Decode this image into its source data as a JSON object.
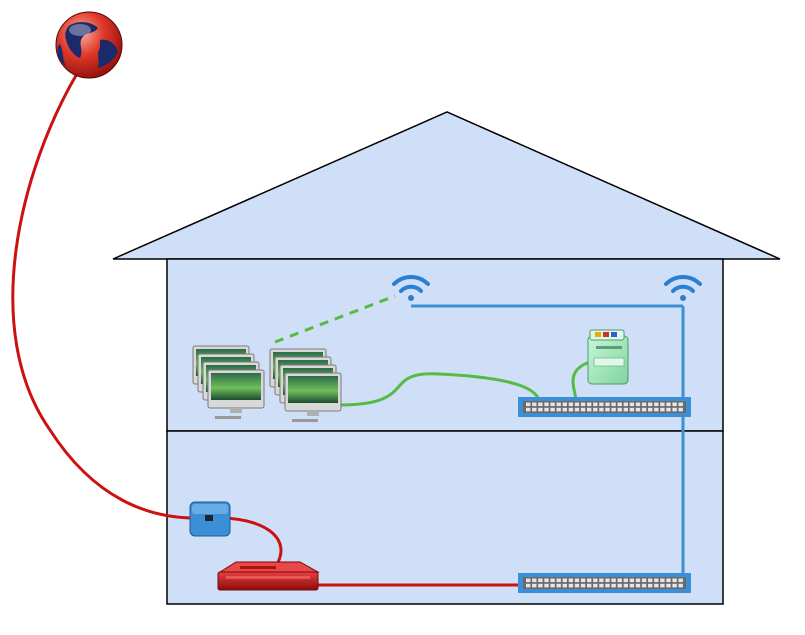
{
  "diagram": {
    "colors": {
      "house_fill": "#d0dff8",
      "outline": "#000000",
      "wan_link": "#cc1111",
      "lan_link": "#3a8fd6",
      "device_link": "#55bb44",
      "wifi": "#2b7fd0",
      "switch": "#3a8fd6",
      "router": "#c41414",
      "modem": "#3a8fd6",
      "printer": "#a8ecc0"
    },
    "nodes": [
      {
        "id": "internet",
        "icon": "globe-icon"
      },
      {
        "id": "modem",
        "icon": "modem-icon"
      },
      {
        "id": "router",
        "icon": "router-icon"
      },
      {
        "id": "switch-upstairs",
        "icon": "switch-icon"
      },
      {
        "id": "switch-downstairs",
        "icon": "switch-icon"
      },
      {
        "id": "wifi-ap-1",
        "icon": "wifi-icon"
      },
      {
        "id": "wifi-ap-2",
        "icon": "wifi-icon"
      },
      {
        "id": "printer",
        "icon": "printer-icon"
      },
      {
        "id": "computers-wireless",
        "icon": "computer-stack-icon"
      },
      {
        "id": "computers-wired",
        "icon": "computer-stack-icon"
      }
    ],
    "links": [
      {
        "from": "internet",
        "to": "modem",
        "type": "wan"
      },
      {
        "from": "modem",
        "to": "router",
        "type": "wan"
      },
      {
        "from": "router",
        "to": "switch-downstairs",
        "type": "wan"
      },
      {
        "from": "switch-downstairs",
        "to": "switch-upstairs",
        "type": "lan"
      },
      {
        "from": "switch-upstairs",
        "to": "wifi-ap-2",
        "type": "lan"
      },
      {
        "from": "wifi-ap-2",
        "to": "wifi-ap-1",
        "type": "lan"
      },
      {
        "from": "switch-upstairs",
        "to": "computers-wired",
        "type": "device"
      },
      {
        "from": "switch-upstairs",
        "to": "printer",
        "type": "device"
      },
      {
        "from": "wifi-ap-1",
        "to": "computers-wireless",
        "type": "wireless"
      }
    ]
  }
}
